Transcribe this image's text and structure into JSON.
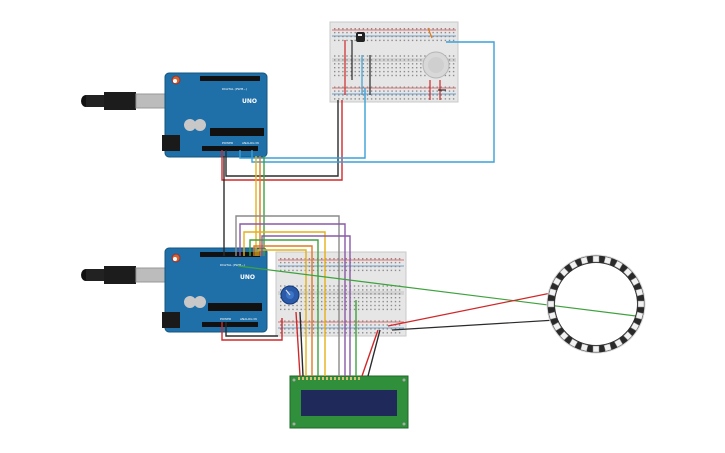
{
  "arduino_top": {
    "model": "UNO",
    "labels": [
      "DIGITAL (PWM~)",
      "POWER",
      "ANALOG IN"
    ]
  },
  "arduino_bottom": {
    "model": "UNO",
    "labels": [
      "DIGITAL (PWM~)",
      "POWER",
      "ANALOG IN"
    ]
  },
  "lcd": {
    "rows": 2,
    "cols": 16
  },
  "neopixel_ring": {
    "led_count": 24
  },
  "colors": {
    "board": "#1f6fa8",
    "board_dark": "#155680",
    "breadboard": "#e4e4e4",
    "lcd_bezel": "#2f8f3a",
    "lcd_screen": "#1f2a5a",
    "wire_red": "#d0282a",
    "wire_black": "#2b2b2b",
    "wire_blue": "#3aa0d8",
    "wire_green": "#3da23d",
    "wire_yellow": "#e3b11a",
    "wire_orange": "#e07a1f",
    "wire_purple": "#8a5aa8",
    "wire_gray": "#8a8a8a"
  },
  "components": [
    "usb-cable",
    "arduino-uno",
    "breadboard",
    "potentiometer",
    "lcd-16x2",
    "neopixel-ring-24",
    "tmp-sensor",
    "piezo-buzzer"
  ]
}
